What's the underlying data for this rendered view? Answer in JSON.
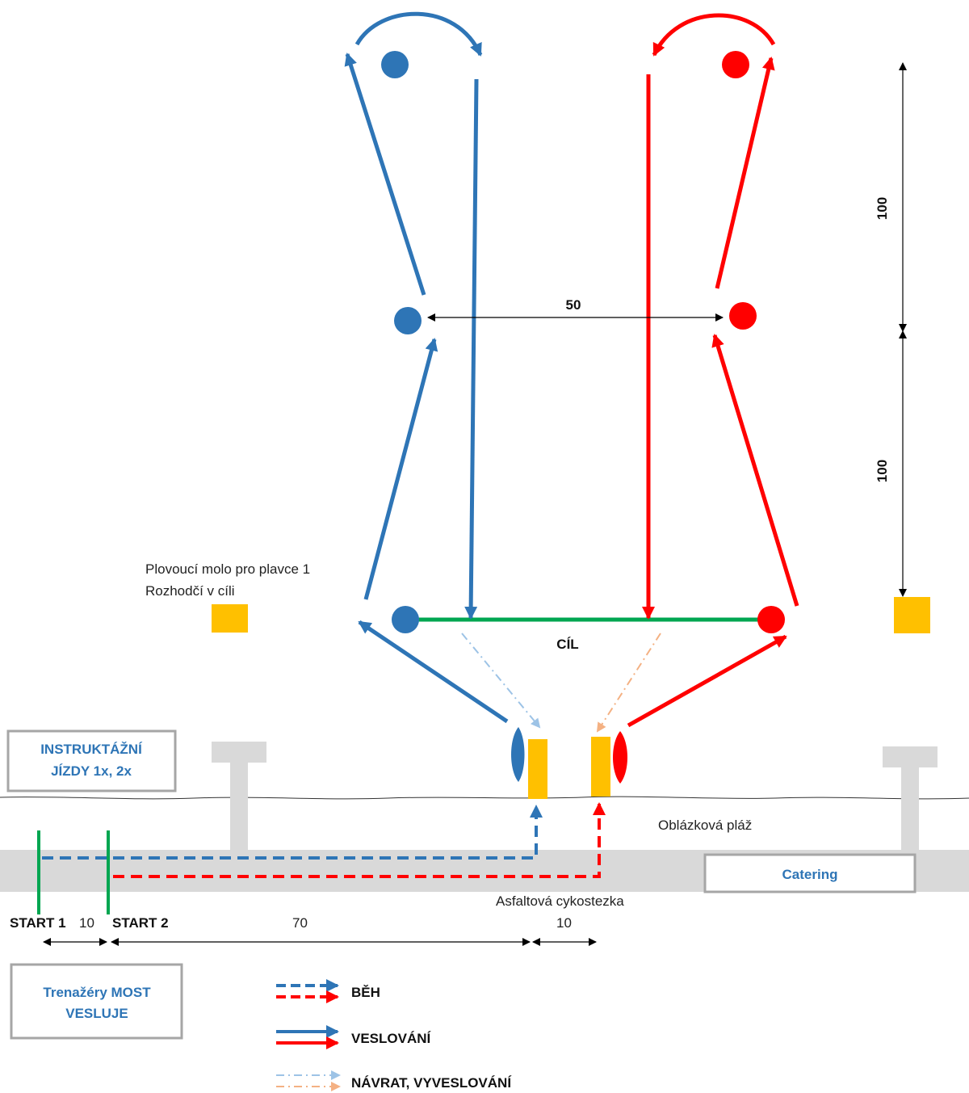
{
  "labels": {
    "dist_top": "100",
    "dist_bottom": "100",
    "dist_between_buoys": "50",
    "finish": "CÍL",
    "dock_line1": "Plovoucí molo pro plavce 1",
    "dock_line2": "Rozhodčí v cíli",
    "beach": "Oblázková pláž",
    "catering": "Catering",
    "path": "Asfaltová cykostezka",
    "start1": "START 1",
    "start_gap": "10",
    "start2": "START 2",
    "run_dist": "70",
    "run_end_dist": "10",
    "instruction_line1": "INSTRUKTÁŽNÍ",
    "instruction_line2": "JÍZDY 1x, 2x",
    "trainer_line1": "Trenažéry MOST",
    "trainer_line2": "VESLUJE"
  },
  "legend": [
    {
      "label": "BĚH",
      "style": "dashed"
    },
    {
      "label": "VESLOVÁNÍ",
      "style": "solid"
    },
    {
      "label": "NÁVRAT, VYVESLOVÁNÍ",
      "style": "dashdot"
    }
  ],
  "colors": {
    "blue": "#2e75b6",
    "red": "#ff0000",
    "green": "#00a651",
    "yellow": "#ffc000",
    "gray": "#d9d9d9",
    "light_blue": "#9dc3e6",
    "light_orange": "#f4b183"
  }
}
